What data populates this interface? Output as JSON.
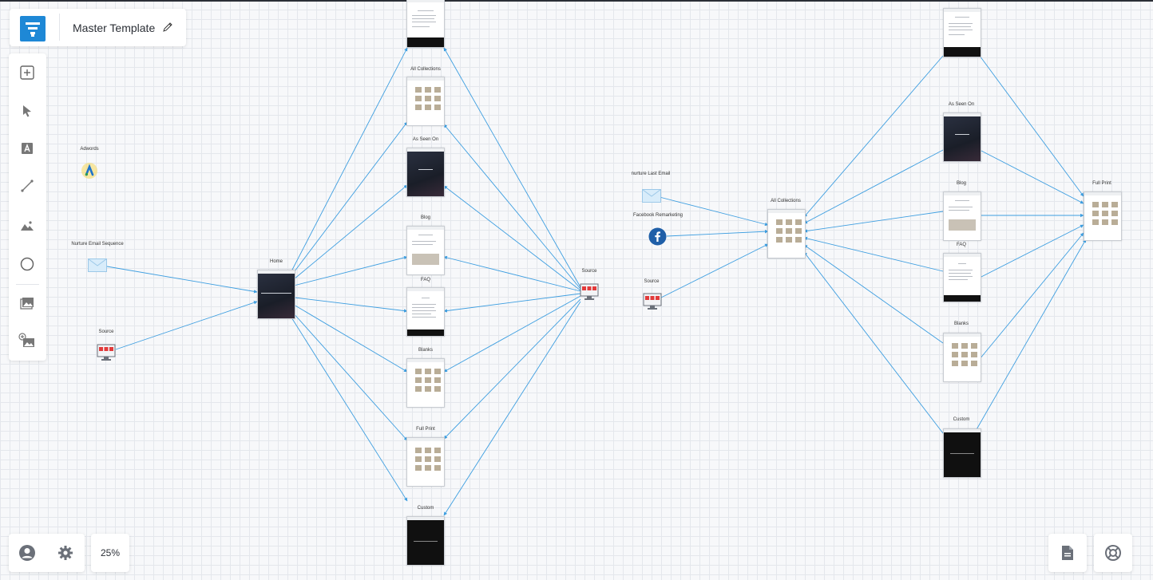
{
  "header": {
    "title": "Master Template"
  },
  "zoom": {
    "level": "25%"
  },
  "toolbar": {
    "tools": [
      "add-icon",
      "select-cursor-icon",
      "text-icon",
      "line-icon",
      "image-icon",
      "circle-icon",
      "gallery-icon",
      "add-image-icon"
    ]
  },
  "nodes": {
    "adwords": "Adwords",
    "nurture_email_sequence": "Nurture Email Sequence",
    "source_left": "Source",
    "home": "Home",
    "all_collections_1": "All Collections",
    "as_seen_on_1": "As Seen On",
    "blog_1": "Blog",
    "faq_1": "FAQ",
    "blanks_1": "Blanks",
    "full_print_1": "Full Print",
    "custom_1": "Custom",
    "source_middle": "Source",
    "nurture_last_email": "nurture Last Email",
    "facebook_remarketing": "Facebook Remarketing",
    "source_right": "Source",
    "all_collections_2": "All Collections",
    "as_seen_on_2": "As Seen On",
    "blog_2": "Blog",
    "faq_2": "FAQ",
    "blanks_2": "Blanks",
    "custom_2": "Custom",
    "full_print_2": "Full Print"
  },
  "colors": {
    "accent": "#1e88d6",
    "edge": "#3d9ee0",
    "facebook": "#1f5fa8",
    "adwords_yellow": "#f6d75a"
  }
}
